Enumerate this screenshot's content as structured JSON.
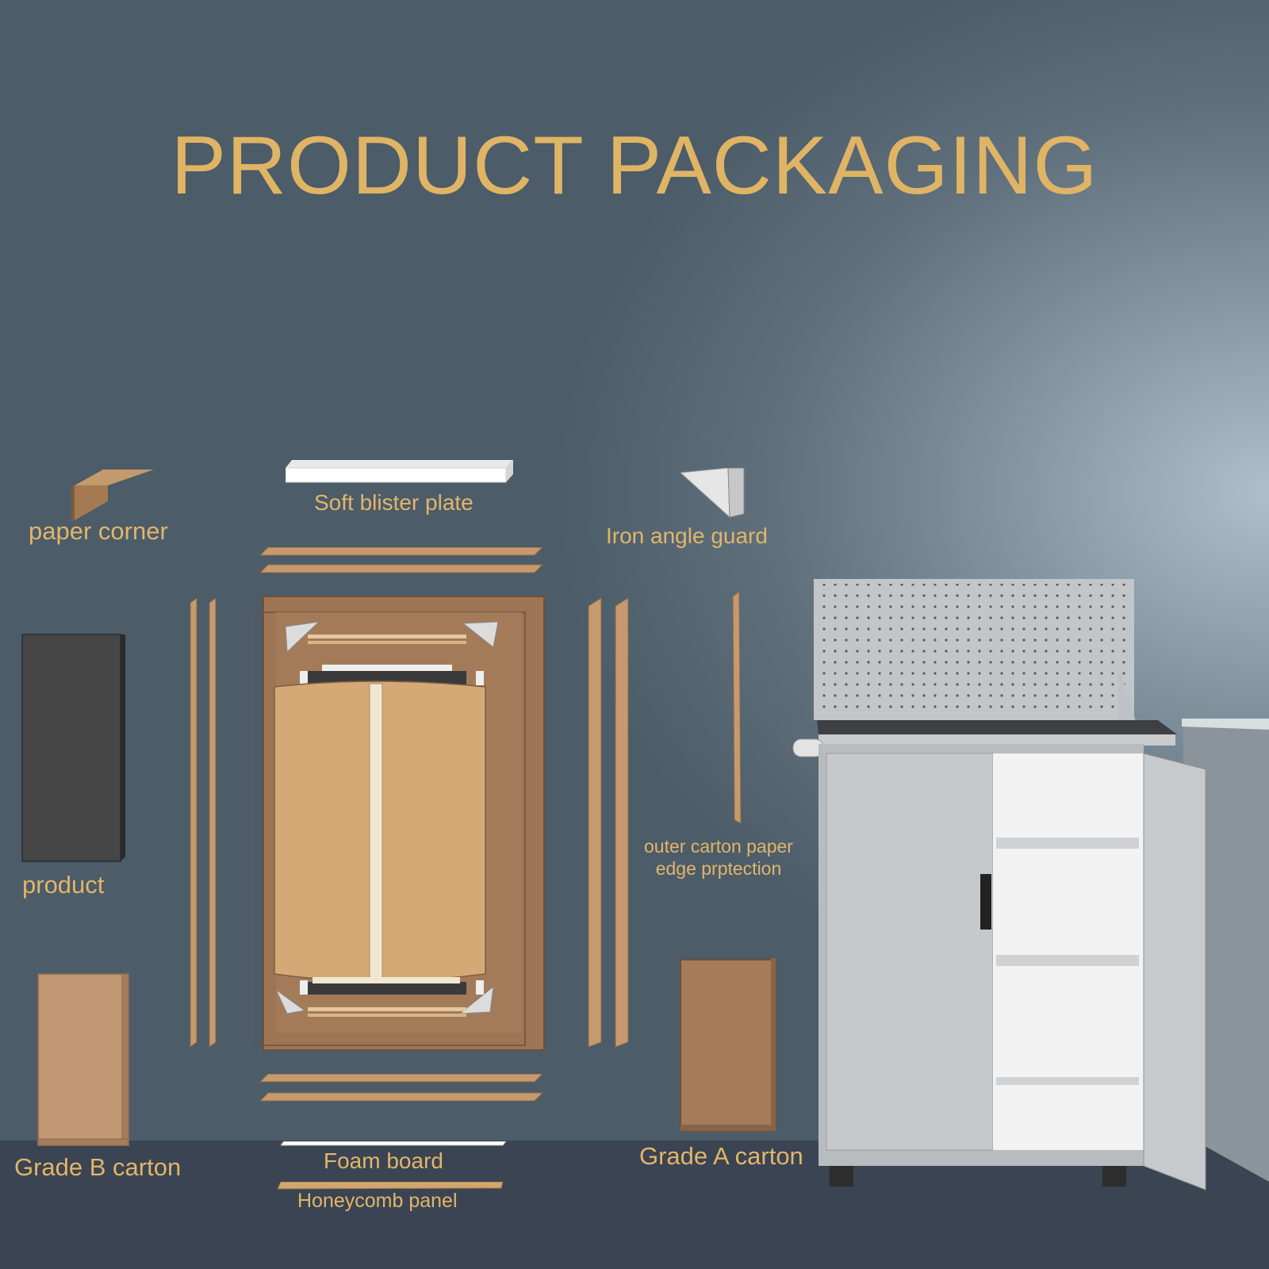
{
  "title": "PRODUCT PACKAGING",
  "labels": {
    "paper_corner": "paper corner",
    "soft_blister_plate": "Soft blister plate",
    "iron_angle_guard": "Iron angle guard",
    "product": "product",
    "outer_carton_line1": "outer carton paper",
    "outer_carton_line2": "edge prptection",
    "grade_b_carton": "Grade B carton",
    "foam_board": "Foam board",
    "honeycomb_panel": "Honeycomb panel",
    "grade_a_carton": "Grade A carton"
  },
  "colors": {
    "title": "#e0b465",
    "label": "#e2b56a",
    "background": "#5f707c",
    "floor": "#3a4452",
    "cardboard": "#c69a6e"
  }
}
